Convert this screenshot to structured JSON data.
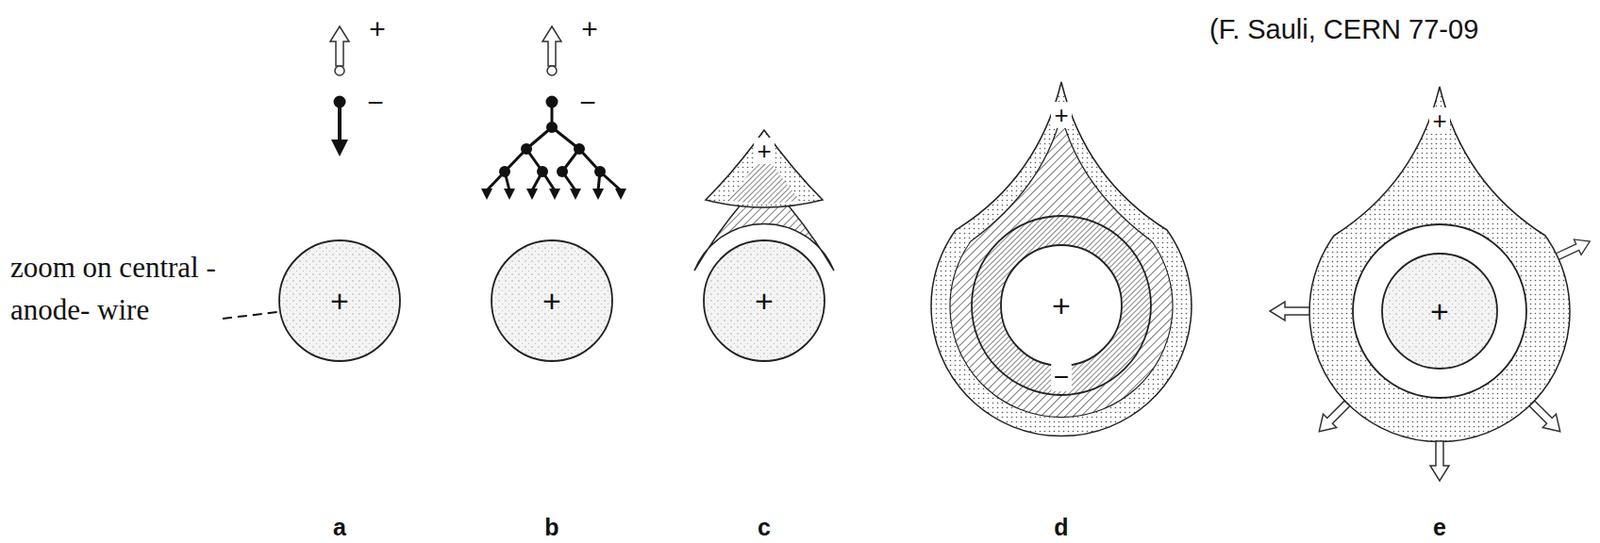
{
  "diagram": {
    "nodes": [
      {
        "text": [
          "+"
        ]
      },
      {
        "text": [
          "+"
        ]
      },
      {
        "text": [
          "+"
        ]
      },
      {
        "text": [
          "+"
        ]
      },
      {
        "text": [
          "+"
        ]
      }
    ],
    "labels": [
      "(F. Sauli, CERN 77-09",
      "zoom on central -anode- wire",
      "+",
      "−",
      "+",
      "−",
      "+",
      "+",
      "−",
      "+",
      "a",
      "b",
      "c",
      "d",
      "e"
    ]
  }
}
